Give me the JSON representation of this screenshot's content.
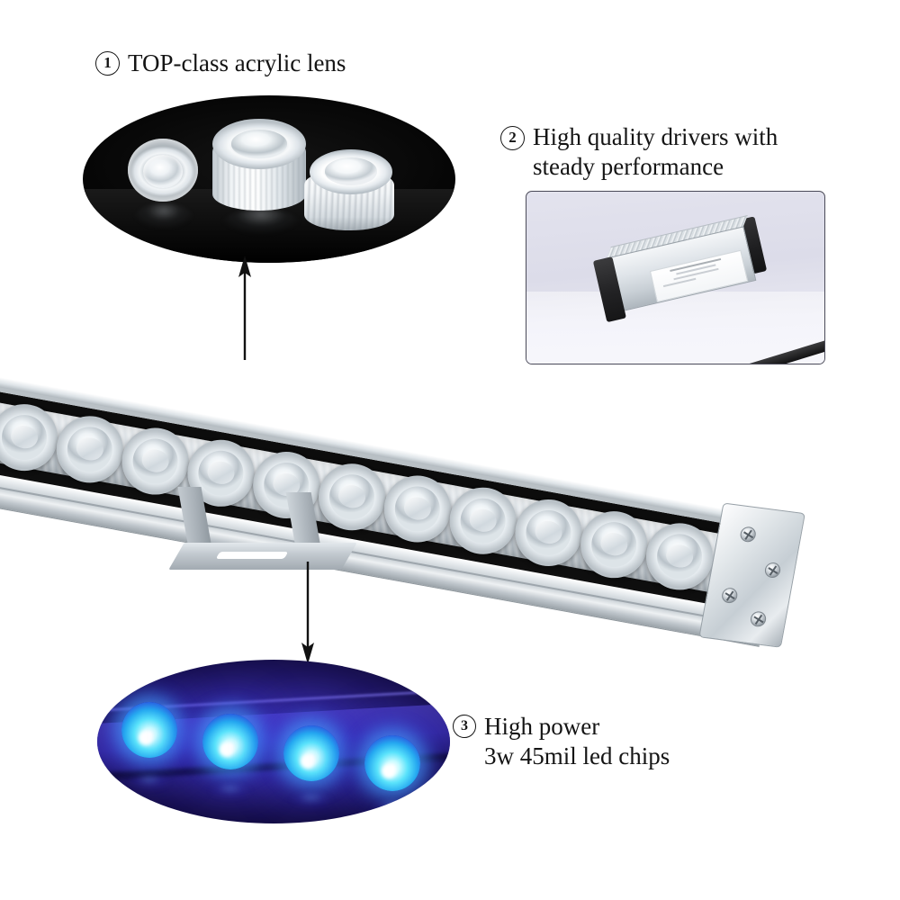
{
  "page": {
    "title": "LED wall washer light product feature infographic",
    "background_color": "#ffffff"
  },
  "callouts": [
    {
      "number": "1",
      "number_glyph": "①",
      "text": "TOP-class acrylic lens",
      "target": "lens-photo"
    },
    {
      "number": "2",
      "number_glyph": "②",
      "text": "High quality drivers with\nsteady performance",
      "target": "driver-photo"
    },
    {
      "number": "3",
      "number_glyph": "③",
      "text": "High power\n3w 45mil led chips",
      "target": "chips-photo"
    }
  ],
  "photos": {
    "lens": {
      "label": "Three TOP-class acrylic lenses on black background",
      "shape": "ellipse",
      "background_color": "#000000",
      "item_count": 3,
      "items": [
        "flat-lens",
        "tall-ribbed-lens",
        "ribbed-cup-lens"
      ]
    },
    "driver": {
      "label": "Waterproof aluminium LED driver with wires",
      "shape": "rounded-rectangle",
      "background_color": "#dcdce9",
      "border_color": "#4a4a58",
      "wire_colors": [
        "#8a5a2e",
        "#d7c132",
        "#3b63c0",
        "#1a1a1c"
      ]
    },
    "chips": {
      "label": "Four illuminated high power blue LED chips",
      "shape": "ellipse",
      "background_color": "#1e1560",
      "glow_color": "#4aa8f5",
      "chip_count": 4
    }
  },
  "product": {
    "name": "LED wall washer bar",
    "body_color": "#c9d0d5",
    "face_color": "#0d0d0d",
    "lens_count": 11,
    "end_cap_screw_count": 4,
    "bracket": "u-shaped-mounting-bracket"
  },
  "arrows": [
    {
      "name": "arrow-to-lens-photo",
      "direction": "up",
      "color": "#111111"
    },
    {
      "name": "arrow-to-chips-photo",
      "direction": "down",
      "color": "#111111"
    }
  ]
}
